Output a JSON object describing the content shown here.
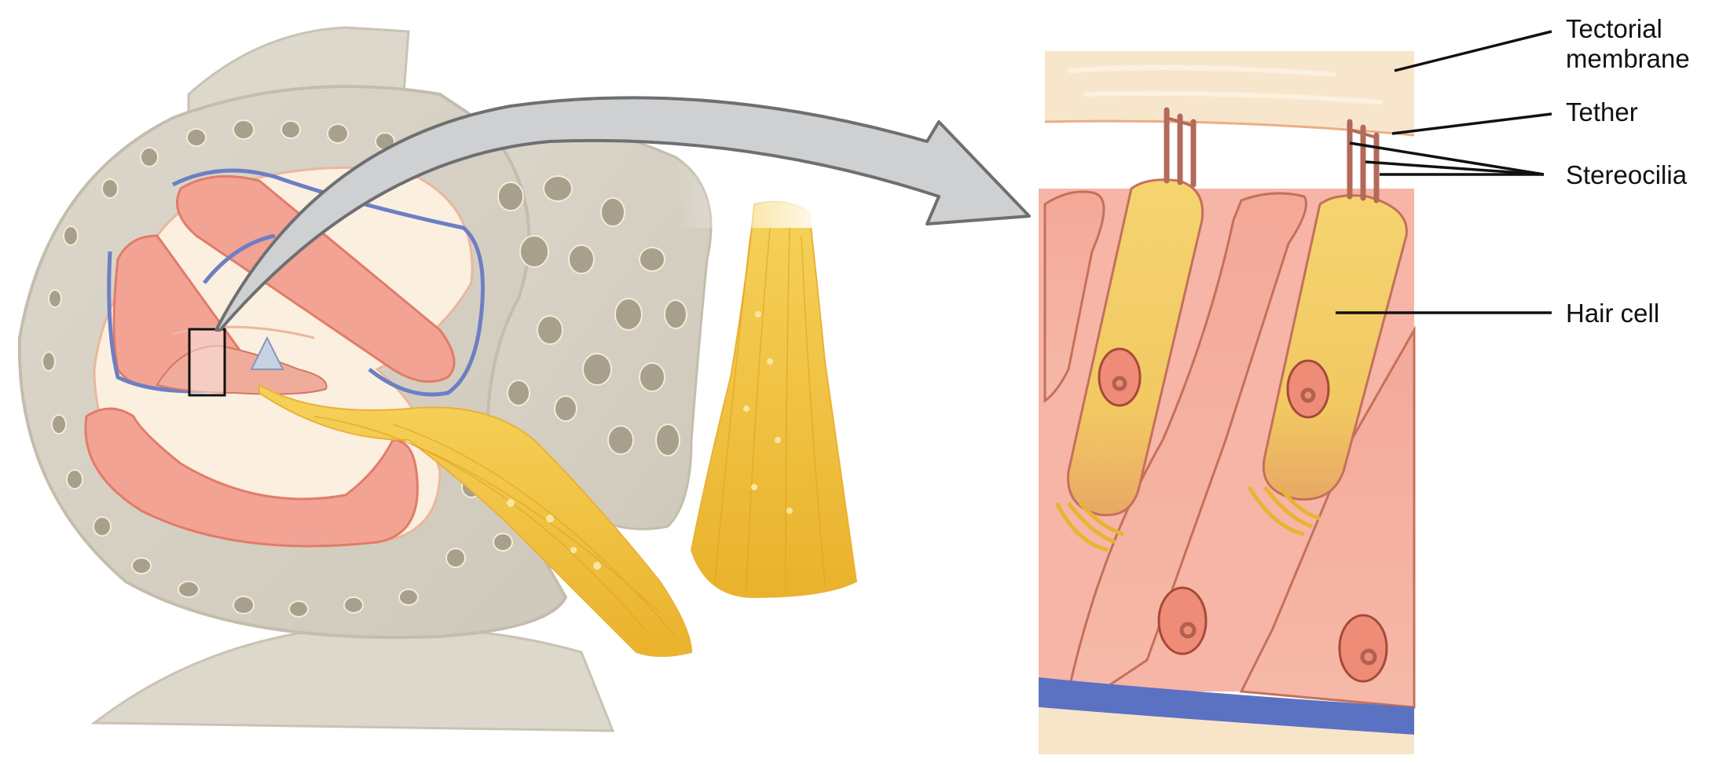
{
  "figure": {
    "title": "Cochlea cross-section and hair cell detail",
    "left_panel": {
      "description": "Cross-section of cochlea with highlighted region of organ of Corti",
      "highlight_box": "inset-region"
    },
    "arrow": "zoom-arrow",
    "right_panel": {
      "description": "Enlarged view of hair cells with stereocilia attached to tectorial membrane"
    },
    "labels": [
      {
        "id": "tectorial-membrane",
        "text": "Tectorial\nmembrane"
      },
      {
        "id": "tether",
        "text": "Tether"
      },
      {
        "id": "stereocilia",
        "text": "Stereocilia"
      },
      {
        "id": "hair-cell",
        "text": "Hair cell"
      }
    ],
    "colors": {
      "bone": "#d8d3c6",
      "bone_dark": "#a8a090",
      "tissue_pink": "#f3a79a",
      "tissue_dark": "#e27d6b",
      "membrane_blue": "#6c7fc4",
      "nerve_yellow": "#f2c23e",
      "hair_cell_yellow": "#f3cf6a",
      "tectorial": "#f8e6cc",
      "arrow_gray": "#cfd0d2"
    }
  }
}
